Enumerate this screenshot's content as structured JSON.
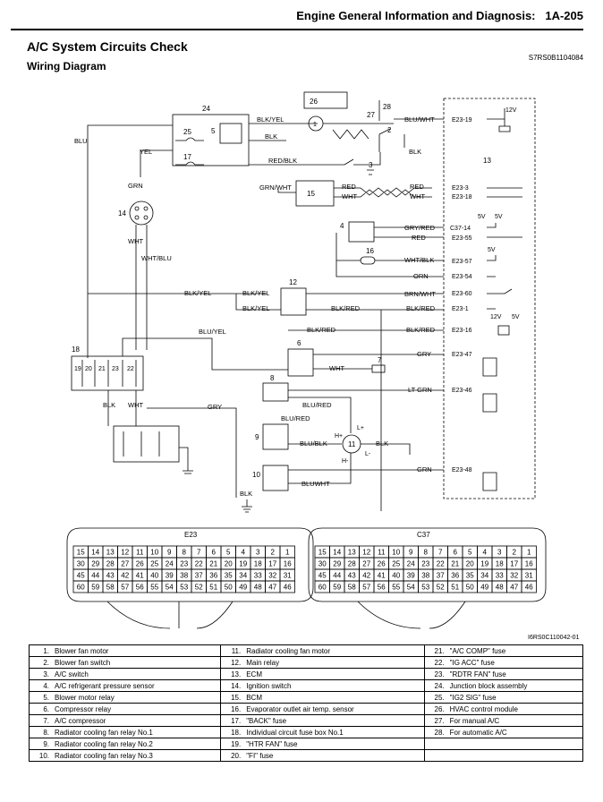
{
  "header": {
    "title": "Engine General Information and Diagnosis:",
    "page": "1A-205"
  },
  "section_title": "A/C System Circuits Check",
  "subtitle": "Wiring Diagram",
  "doc_code": "S7RS0B1104084",
  "figure_code": "I6RS0C110042-01",
  "diagram": {
    "wires": {
      "blu": "BLU",
      "yel": "YEL",
      "grn": "GRN",
      "wht": "WHT",
      "wht_blu": "WHT/BLU",
      "blk_yel_top": "BLK/YEL",
      "blk_top": "BLK",
      "red_blk_top": "RED/BLK",
      "blu_wht": "BLU/WHT",
      "blk_sw": "BLK",
      "grn_wht": "GRN/WHT",
      "red": "RED",
      "wht2": "WHT",
      "red_r": "RED",
      "wht_r": "WHT",
      "gry_red": "GRY/RED",
      "red2": "RED",
      "wht_blk": "WHT/BLK",
      "orn": "ORN",
      "blk_yel_a": "BLK/YEL",
      "blk_yel_b": "BLK/YEL",
      "blk_yel_c": "BLK/YEL",
      "brn_wht": "BRN/WHT",
      "blk_red_a": "BLK/RED",
      "blk_red_b": "BLK/RED",
      "blk_red_c": "BLK/RED",
      "blk_red_d": "BLK/RED",
      "blu_yel": "BLU/YEL",
      "gry_r": "GRY",
      "wht3": "WHT",
      "lt_grn": "LT GRN",
      "blk_l": "BLK",
      "wht_l": "WHT",
      "gry_l": "GRY",
      "blu_red": "BLU/RED",
      "blu_red2": "BLU/RED",
      "blu_blk": "BLU/BLK",
      "blk_m": "BLK",
      "grn_r": "GRN",
      "bluwht": "BLUWHT",
      "blk_bot": "BLK"
    },
    "ecm_terms": [
      "E23-19",
      "E23-3",
      "E23-18",
      "C37-14",
      "E23-55",
      "E23-57",
      "E23-54",
      "E23-60",
      "E23-1",
      "E23-16",
      "E23-47",
      "E23-46",
      "E23-48"
    ],
    "volts": [
      "12V",
      "5V",
      "5V",
      "5V",
      "12V",
      "5V"
    ],
    "components": {
      "c1": "1",
      "c2": "2",
      "c3": "3",
      "c4": "4",
      "c5": "5",
      "c6": "6",
      "c7": "7",
      "c8": "8",
      "c9": "9",
      "c10": "10",
      "c11": "11",
      "c12": "12",
      "c13": "13",
      "c14": "14",
      "c15": "15",
      "c16": "16",
      "c17": "17",
      "c18": "18",
      "c24": "24",
      "c25": "25",
      "c26": "26",
      "c27": "27",
      "c28": "28",
      "p19": "19",
      "p20": "20",
      "p21": "21",
      "p22": "22",
      "p23": "23",
      "lp": "L+",
      "lm": "L-",
      "hp": "H+",
      "hm": "H-"
    },
    "connectors": {
      "e23": {
        "label": "E23",
        "rows": [
          [
            "15",
            "14",
            "13",
            "12",
            "11",
            "10",
            "9",
            "8",
            "7",
            "6",
            "5",
            "4",
            "3",
            "2",
            "1"
          ],
          [
            "30",
            "29",
            "28",
            "27",
            "26",
            "25",
            "24",
            "23",
            "22",
            "21",
            "20",
            "19",
            "18",
            "17",
            "16"
          ],
          [
            "45",
            "44",
            "43",
            "42",
            "41",
            "40",
            "39",
            "38",
            "37",
            "36",
            "35",
            "34",
            "33",
            "32",
            "31"
          ],
          [
            "60",
            "59",
            "58",
            "57",
            "56",
            "55",
            "54",
            "53",
            "52",
            "51",
            "50",
            "49",
            "48",
            "47",
            "46"
          ]
        ]
      },
      "c37": {
        "label": "C37",
        "rows": [
          [
            "15",
            "14",
            "13",
            "12",
            "11",
            "10",
            "9",
            "8",
            "7",
            "6",
            "5",
            "4",
            "3",
            "2",
            "1"
          ],
          [
            "30",
            "29",
            "28",
            "27",
            "26",
            "25",
            "24",
            "23",
            "22",
            "21",
            "20",
            "19",
            "18",
            "17",
            "16"
          ],
          [
            "45",
            "44",
            "43",
            "42",
            "41",
            "40",
            "39",
            "38",
            "37",
            "36",
            "35",
            "34",
            "33",
            "32",
            "31"
          ],
          [
            "60",
            "59",
            "58",
            "57",
            "56",
            "55",
            "54",
            "53",
            "52",
            "51",
            "50",
            "49",
            "48",
            "47",
            "46"
          ]
        ]
      }
    }
  },
  "legend": [
    [
      "1.",
      "Blower fan motor",
      "11.",
      "Radiator cooling fan motor",
      "21.",
      "\"A/C COMP\" fuse"
    ],
    [
      "2.",
      "Blower fan switch",
      "12.",
      "Main relay",
      "22.",
      "\"IG ACC\" fuse"
    ],
    [
      "3.",
      "A/C switch",
      "13.",
      "ECM",
      "23.",
      "\"RDTR FAN\" fuse"
    ],
    [
      "4.",
      "A/C refrigerant pressure sensor",
      "14.",
      "Ignition switch",
      "24.",
      "Junction block assembly"
    ],
    [
      "5.",
      "Blower motor relay",
      "15.",
      "BCM",
      "25.",
      "\"IG2 SIG\" fuse"
    ],
    [
      "6.",
      "Compressor relay",
      "16.",
      "Evaporator outlet air temp. sensor",
      "26.",
      "HVAC control module"
    ],
    [
      "7.",
      "A/C compressor",
      "17.",
      "\"BACK\" fuse",
      "27.",
      "For manual A/C"
    ],
    [
      "8.",
      "Radiator cooling fan relay No.1",
      "18.",
      "Individual circuit fuse box No.1",
      "28.",
      "For automatic A/C"
    ],
    [
      "9.",
      "Radiator cooling fan relay No.2",
      "19.",
      "\"HTR FAN\" fuse",
      "",
      ""
    ],
    [
      "10.",
      "Radiator cooling fan relay No.3",
      "20.",
      "\"FI\" fuse",
      "",
      ""
    ]
  ]
}
